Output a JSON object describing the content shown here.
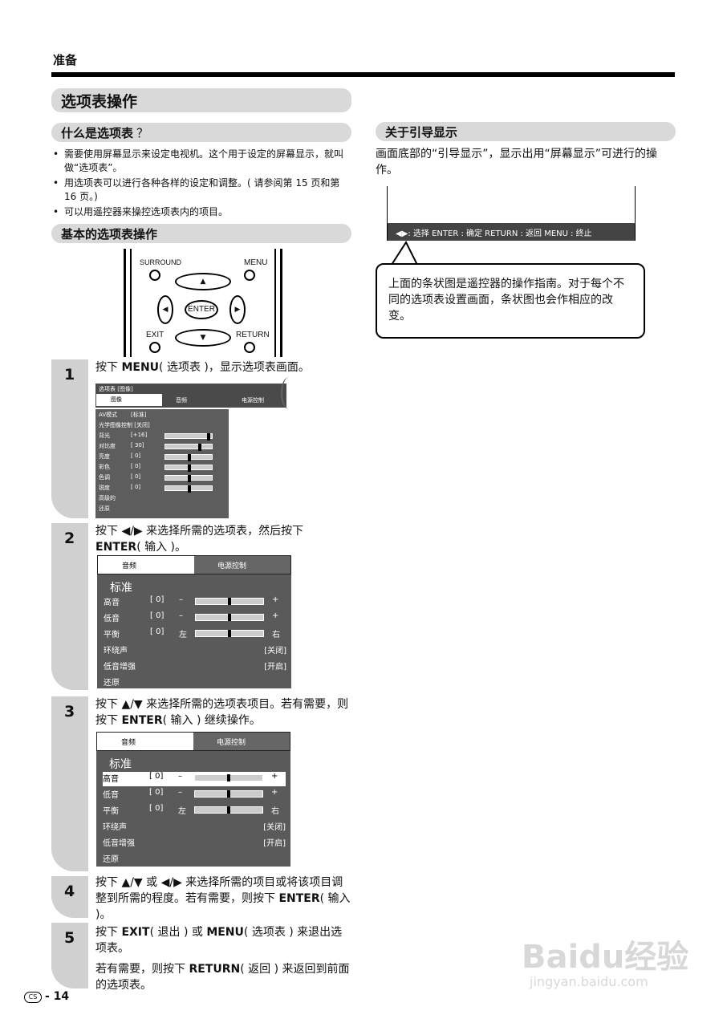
{
  "section": "准备",
  "title": "选项表操作",
  "what": {
    "heading": "什么是选项表",
    "mark": "？",
    "bullets": [
      "需要使用屏幕显示来设定电视机。这个用于设定的屏幕显示，就叫做“选项表”。",
      "用选项表可以进行各种各样的设定和调整。( 请参阅第 15 页和第 16 页。)",
      "可以用遥控器来操控选项表内的项目。"
    ]
  },
  "basic_heading": "基本的选项表操作",
  "remote": {
    "surround": "SURROUND",
    "menu": "MENU",
    "enter": "ENTER",
    "exit": "EXIT",
    "return": "RETURN"
  },
  "steps": [
    {
      "n": "1",
      "a": "按下 ",
      "k1": "MENU",
      "b": "( 选项表 )，显示选项表画面。"
    },
    {
      "n": "2",
      "a": "按下 ◀/▶ 来选择所需的选项表，然后按下 ",
      "k1": "ENTER",
      "b": "( 输入 )。"
    },
    {
      "n": "3",
      "a": "按下 ▲/▼ 来选择所需的选项表项目。若有需要，则按下 ",
      "k1": "ENTER",
      "b": "( 输入 ) 继续操作。"
    },
    {
      "n": "4",
      "a": "按下 ▲/▼ 或 ◀/▶ 来选择所需的项目或将该项目调整到所需的程度。若有需要，则按下 ",
      "k1": "ENTER",
      "b": "( 输入 )。"
    },
    {
      "n": "5",
      "a": "按下 ",
      "k1": "EXIT",
      "b": "( 退出 ) 或 ",
      "k2": "MENU",
      "c": "( 选项表 ) 来退出选项表。",
      "d": "若有需要，则按下 ",
      "k3": "RETURN",
      "e": "( 返回 ) 来返回到前面的选项表。"
    }
  ],
  "screen1": {
    "header": "选项表  [图像]",
    "tabs": [
      "图像",
      "音频",
      "电源控制"
    ],
    "rows": [
      [
        "AV模式",
        "[标准]"
      ],
      [
        "光学图像控制 [关闭]",
        ""
      ],
      [
        "背光",
        "[+16]"
      ],
      [
        "对比度",
        "[ 30]"
      ],
      [
        "亮度",
        "[ 0]"
      ],
      [
        "彩色",
        "[ 0]"
      ],
      [
        "色调",
        "[ 0]"
      ],
      [
        "锐度",
        "[ 0]"
      ],
      [
        "高级的",
        ""
      ],
      [
        "还原",
        ""
      ]
    ]
  },
  "screen2": {
    "tabs": [
      "音频",
      "电源控制"
    ],
    "mode": "标准",
    "rows": [
      {
        "l": "高音",
        "v": "[ 0]",
        "m": "–",
        "p": "+"
      },
      {
        "l": "低音",
        "v": "[ 0]",
        "m": "–",
        "p": "+"
      },
      {
        "l": "平衡",
        "v": "[ 0]",
        "m": "左",
        "p": "右"
      }
    ],
    "extra": [
      [
        "环绕声",
        "[关闭]"
      ],
      [
        "低音增强",
        "[开启]"
      ],
      [
        "还原",
        ""
      ]
    ]
  },
  "guide": {
    "heading": "关于引导显示",
    "desc": "画面底部的“引导显示”，显示出用“屏幕显示”可进行的操作。",
    "bar": "◀▶: 选择   ENTER : 确定   RETURN : 返回   MENU : 终止",
    "callout": "上面的条状图是遥控器的操作指南。对于每个不同的选项表设置画面，条状图也会作相应的改变。"
  },
  "footer": {
    "cs": "CS",
    "page": "- 14"
  },
  "watermark": {
    "logo": "Baidu经验",
    "url": "jingyan.baidu.com"
  }
}
